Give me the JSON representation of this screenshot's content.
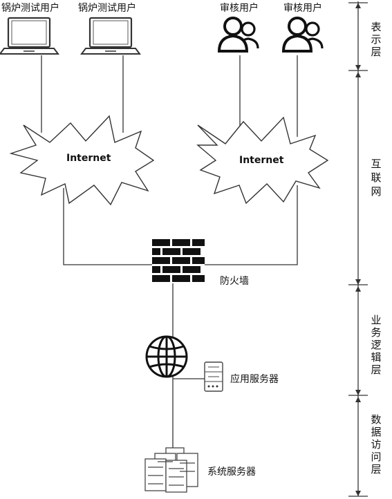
{
  "clients": {
    "boiler_user_1": "锅炉测试用户",
    "boiler_user_2": "锅炉测试用户",
    "auditor_1": "审核用户",
    "auditor_2": "审核用户"
  },
  "network": {
    "internet_left": "Internet",
    "internet_right": "Internet",
    "firewall": "防火墙",
    "app_server": "应用服务器",
    "system_server": "系统服务器"
  },
  "layers": {
    "presentation": [
      "表",
      "示",
      "层"
    ],
    "internet": [
      "互",
      "联",
      "网"
    ],
    "business_logic": [
      "业",
      "务",
      "逻",
      "辑",
      "层"
    ],
    "data_access": [
      "数",
      "据",
      "访",
      "问",
      "层"
    ]
  }
}
